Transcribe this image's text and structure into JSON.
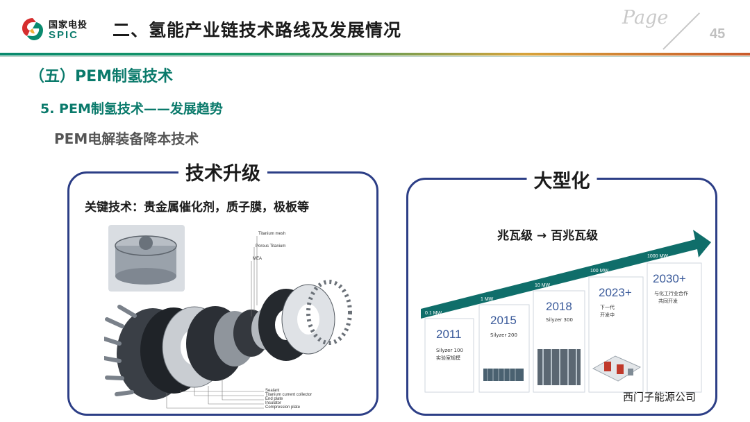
{
  "header": {
    "logo_cn": "国家电投",
    "logo_en": "SPIC",
    "title": "二、氢能产业链技术路线及发展情况",
    "page_word": "Page",
    "page_number": "45"
  },
  "headings": {
    "section": "（五）PEM制氢技术",
    "subsection": "5. PEM制氢技术——发展趋势",
    "topic": "PEM电解装备降本技术"
  },
  "left_panel": {
    "title": "技术升级",
    "key_tech": "关键技术：贵金属催化剂，质子膜，极板等",
    "labels": [
      "Titanium mesh",
      "Porous Titanium",
      "MEA",
      "Sealant",
      "Titanium current collector",
      "End plate",
      "Insulator",
      "Compression plate"
    ]
  },
  "right_panel": {
    "title": "大型化",
    "trend": "兆瓦级 → 百兆瓦级",
    "steps": [
      {
        "mw": "0.1 MW",
        "year": "2011",
        "line1": "Silyzer 100",
        "line2": "实验室规模"
      },
      {
        "mw": "1 MW",
        "year": "2015",
        "line1": "Silyzer 200",
        "line2": ""
      },
      {
        "mw": "10 MW",
        "year": "2018",
        "line1": "Silyzer 300",
        "line2": ""
      },
      {
        "mw": "100 MW",
        "year": "2023+",
        "line1": "下一代",
        "line2": "开发中"
      },
      {
        "mw": "1000 MW",
        "year": "2030+",
        "line1": "与化工行业合作",
        "line2": "共同开发"
      }
    ],
    "source": "西门子能源公司"
  },
  "colors": {
    "brand_green": "#0a7a6b",
    "panel_border": "#2c3e86",
    "arrow_teal": "#0f6e6a"
  }
}
